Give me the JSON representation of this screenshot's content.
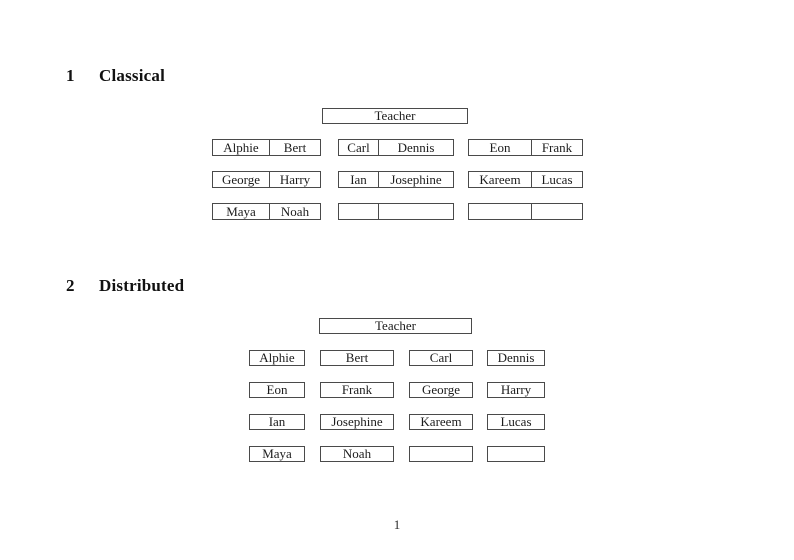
{
  "page": {
    "number": "1",
    "background_color": "#ffffff",
    "text_color": "#1a1a1a",
    "border_color": "#4a4a4a"
  },
  "sections": [
    {
      "number": "1",
      "title": "Classical",
      "teacher_label": "Teacher",
      "layout": "double-desks-3-columns",
      "rows": [
        {
          "desks": [
            {
              "seats": [
                "Alphie",
                "Bert"
              ]
            },
            {
              "seats": [
                "Carl",
                "Dennis"
              ]
            },
            {
              "seats": [
                "Eon",
                "Frank"
              ]
            }
          ]
        },
        {
          "desks": [
            {
              "seats": [
                "George",
                "Harry"
              ]
            },
            {
              "seats": [
                "Ian",
                "Josephine"
              ]
            },
            {
              "seats": [
                "Kareem",
                "Lucas"
              ]
            }
          ]
        },
        {
          "desks": [
            {
              "seats": [
                "Maya",
                "Noah"
              ]
            },
            {
              "seats": [
                "",
                ""
              ]
            },
            {
              "seats": [
                "",
                ""
              ]
            }
          ]
        }
      ]
    },
    {
      "number": "2",
      "title": "Distributed",
      "teacher_label": "Teacher",
      "layout": "single-desks-4-columns",
      "rows": [
        {
          "desks": [
            "Alphie",
            "Bert",
            "Carl",
            "Dennis"
          ]
        },
        {
          "desks": [
            "Eon",
            "Frank",
            "George",
            "Harry"
          ]
        },
        {
          "desks": [
            "Ian",
            "Josephine",
            "Kareem",
            "Lucas"
          ]
        },
        {
          "desks": [
            "Maya",
            "Noah",
            "",
            ""
          ]
        }
      ]
    }
  ]
}
